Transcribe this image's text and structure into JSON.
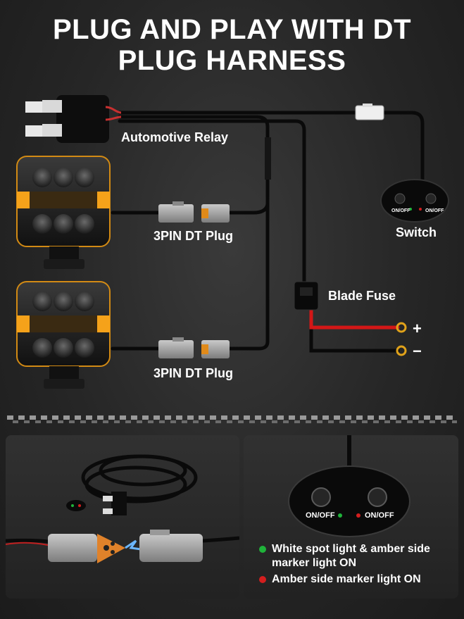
{
  "title": {
    "line1": "PLUG AND PLAY WITH DT",
    "line2": "PLUG HARNESS"
  },
  "labels": {
    "relay": "Automotive Relay",
    "plug_top": "3PIN DT Plug",
    "plug_bottom": "3PIN DT Plug",
    "switch": "Switch",
    "fuse": "Blade Fuse",
    "plus": "+",
    "minus": "−"
  },
  "switch_small": {
    "left": "ON/OFF",
    "right": "ON/OFF"
  },
  "switch_large": {
    "left": "ON/OFF",
    "right": "ON/OFF"
  },
  "legend": [
    {
      "color": "#1fb33a",
      "text": "White spot light & amber side marker light ON"
    },
    {
      "color": "#d41e1e",
      "text": "Amber side marker light ON"
    }
  ],
  "colors": {
    "wire": "#0a0a0a",
    "positive_wire": "#d31717",
    "amber": "#f5a21a",
    "green_led": "#1fb33a",
    "red_led": "#d41e1e"
  }
}
